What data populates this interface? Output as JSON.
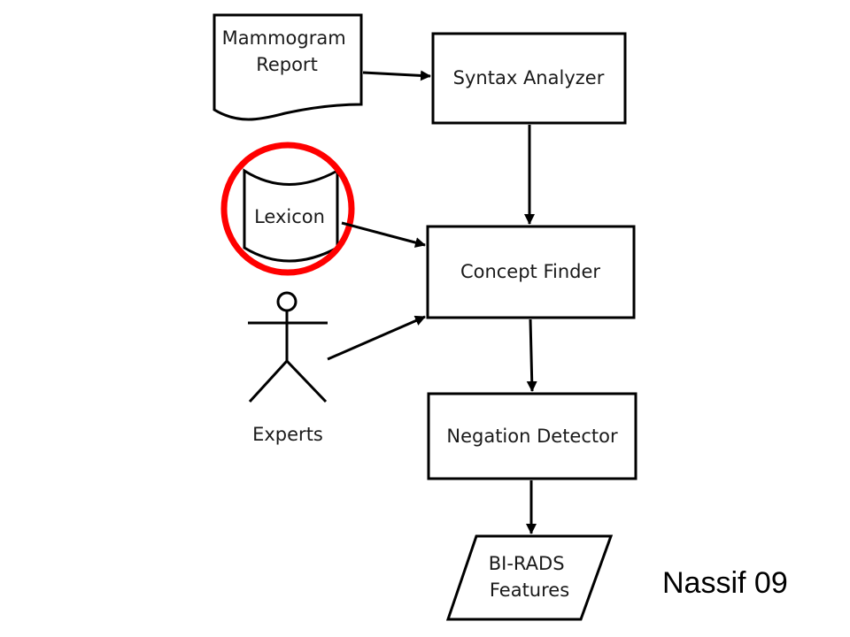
{
  "diagram": {
    "nodes": {
      "report": [
        "Mammogram",
        "Report"
      ],
      "syntax": "Syntax Analyzer",
      "lexicon": "Lexicon",
      "concept": "Concept Finder",
      "experts": "Experts",
      "negation": "Negation Detector",
      "birads": [
        "BI-RADS",
        "Features"
      ]
    },
    "highlight_color": "#ff0000",
    "line_color": "#000000"
  },
  "credit": "Nassif 09"
}
